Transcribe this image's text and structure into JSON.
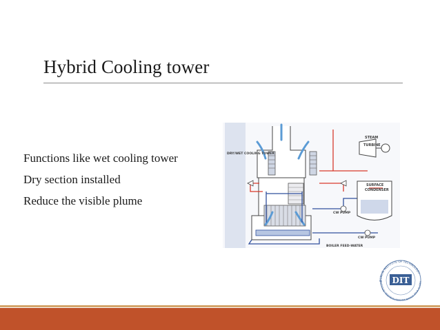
{
  "slide": {
    "title": "Hybrid Cooling tower",
    "bullets": [
      "Functions like wet cooling tower",
      "Dry section installed",
      "Reduce the visible plume"
    ]
  },
  "diagram": {
    "labels": {
      "tower": "DRY/WET COOLING TOWER",
      "turbine_1": "STEAM",
      "turbine_2": "TURBINE",
      "condenser_1": "SURFACE",
      "condenser_2": "CONDENSER",
      "cw_pump_1": "CW PUMP",
      "cw_pump_2": "CW PUMP",
      "feed": "BOILER FEED-WATER"
    },
    "colors": {
      "hot_water": "#d8382b",
      "cold_water": "#2f4f9c",
      "air_flow": "#5b9bd5"
    }
  },
  "logo": {
    "text": "DIT",
    "ring_text": "DUBLIN INSTITUTE OF TECHNOLOGY",
    "ring_text_2": "INSTITIÚID TEICNEOLAÍOCHTA BHAILE ÁTHA CLIATH"
  },
  "theme": {
    "accent": "#c0522a",
    "rule": "#d4a46a"
  }
}
